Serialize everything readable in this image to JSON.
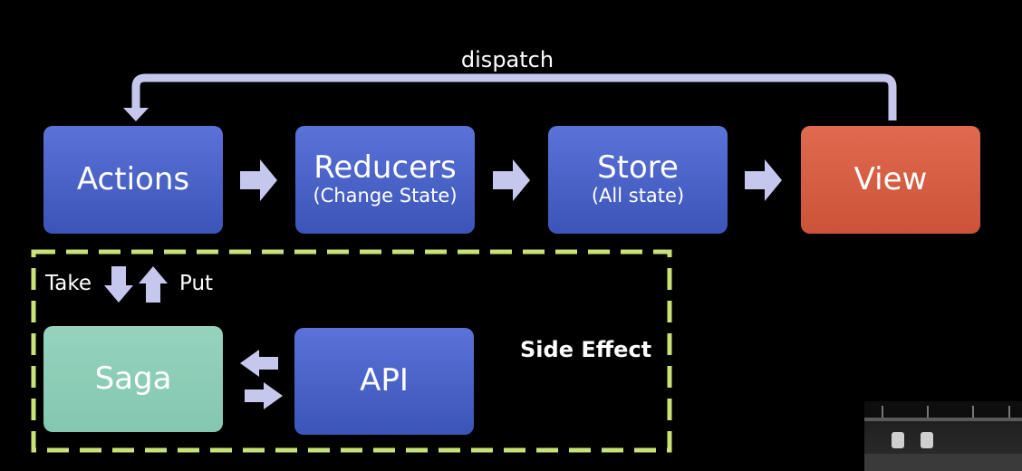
{
  "diagram": {
    "dispatch_label": "dispatch",
    "nodes": {
      "actions": {
        "title": "Actions"
      },
      "reducers": {
        "title": "Reducers",
        "subtitle": "(Change State)"
      },
      "store": {
        "title": "Store",
        "subtitle": "(All state)"
      },
      "view": {
        "title": "View"
      },
      "saga": {
        "title": "Saga"
      },
      "api": {
        "title": "API"
      }
    },
    "take_label": "Take",
    "put_label": "Put",
    "side_effect_label": "Side Effect"
  },
  "colors": {
    "blue_box": "#4a63c8",
    "view_box": "#d95d42",
    "saga_box": "#8dcdb7",
    "arrow": "#c5c8ec",
    "dashed_border": "#c8e276"
  }
}
